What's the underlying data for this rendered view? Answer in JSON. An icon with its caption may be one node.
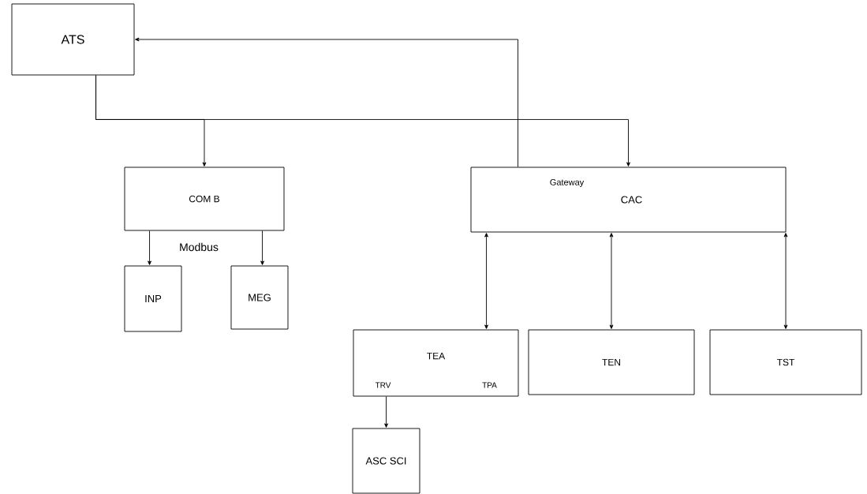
{
  "diagram": {
    "nodes": [
      {
        "text": [
          "ATS"
        ]
      },
      {
        "text": [
          "COM B"
        ]
      },
      {
        "text": [
          "Gateway",
          "CAC"
        ]
      },
      {
        "text": [
          "INP"
        ]
      },
      {
        "text": [
          "MEG"
        ]
      },
      {
        "text": [
          "TEA",
          "TRV",
          "TPA"
        ]
      },
      {
        "text": [
          "TEN"
        ]
      },
      {
        "text": [
          "TST"
        ]
      },
      {
        "text": [
          "ASC SCI"
        ]
      }
    ],
    "edges": [
      {
        "from": 0,
        "to": 1,
        "arrow": "to"
      },
      {
        "from": 0,
        "to": 2,
        "arrow": "to"
      },
      {
        "from": 2,
        "to": 0,
        "arrow": "to"
      },
      {
        "from": 1,
        "to": 3,
        "arrow": "to"
      },
      {
        "from": 1,
        "to": 4,
        "arrow": "to"
      },
      {
        "from": 2,
        "to": 5,
        "arrow": "both"
      },
      {
        "from": 2,
        "to": 6,
        "arrow": "both"
      },
      {
        "from": 2,
        "to": 7,
        "arrow": "both"
      },
      {
        "from": 5,
        "to": 8,
        "arrow": "to"
      }
    ],
    "labels": [
      "Modbus"
    ]
  }
}
